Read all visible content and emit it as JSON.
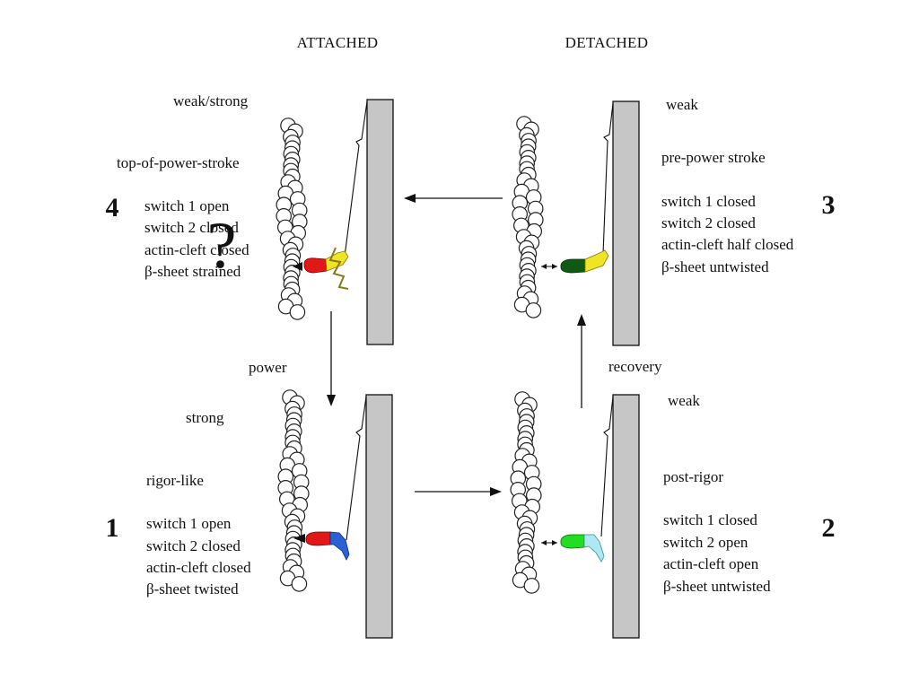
{
  "headers": {
    "attached": "ATTACHED",
    "detached": "DETACHED"
  },
  "transitions": {
    "power": "power",
    "recovery": "recovery"
  },
  "question_mark": "?",
  "states": [
    {
      "number": "1",
      "binding": "strong",
      "conformation": "rigor-like",
      "details": [
        "switch 1 open",
        "switch 2 closed",
        "actin-cleft closed",
        "β-sheet  twisted"
      ],
      "head_colors": [
        "#e01818",
        "#2a62d6"
      ],
      "nucleotide_color": "#111111"
    },
    {
      "number": "2",
      "binding": "weak",
      "conformation": "post-rigor",
      "details": [
        "switch 1 closed",
        "switch 2 open",
        "actin-cleft open",
        "β-sheet  untwisted"
      ],
      "head_colors": [
        "#22dd22",
        "#aee9f3"
      ],
      "nucleotide_color": "#111111"
    },
    {
      "number": "3",
      "binding": "weak",
      "conformation": "pre-power stroke",
      "details": [
        "switch 1 closed",
        "switch 2 closed",
        "actin-cleft half closed",
        "β-sheet  untwisted"
      ],
      "head_colors": [
        "#0f5a12",
        "#f0e426"
      ],
      "nucleotide_color": "#111111"
    },
    {
      "number": "4",
      "binding": "weak/strong",
      "conformation": "top-of-power-stroke",
      "details": [
        "switch 1 open",
        "switch 2 closed",
        "actin-cleft closed",
        "β-sheet  strained"
      ],
      "head_colors": [
        "#e01818",
        "#f0e426"
      ],
      "strain_color": "#8a7a12",
      "nucleotide_color": "#111111"
    }
  ]
}
